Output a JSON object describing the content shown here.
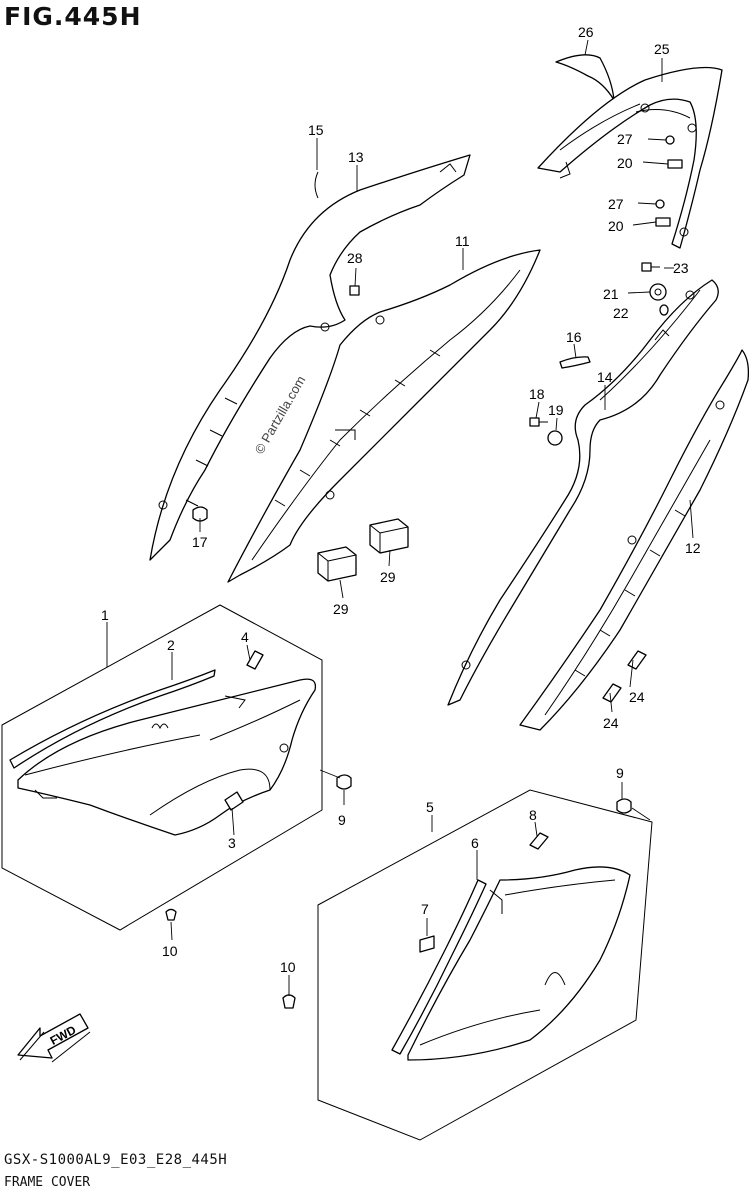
{
  "figure": {
    "title": "FIG.445H",
    "code": "GSX-S1000AL9_E03_E28_445H",
    "name": "FRAME COVER",
    "watermark": "© Partzilla.com",
    "fwd_label": "FWD"
  },
  "callouts": {
    "c1": "1",
    "c2": "2",
    "c3": "3",
    "c4": "4",
    "c5": "5",
    "c6": "6",
    "c7": "7",
    "c8": "8",
    "c9a": "9",
    "c9b": "9",
    "c10a": "10",
    "c10b": "10",
    "c11": "11",
    "c12": "12",
    "c13": "13",
    "c14": "14",
    "c15": "15",
    "c16": "16",
    "c17": "17",
    "c18": "18",
    "c19": "19",
    "c20a": "20",
    "c20b": "20",
    "c21": "21",
    "c22": "22",
    "c23": "23",
    "c24a": "24",
    "c24b": "24",
    "c25": "25",
    "c26": "26",
    "c27a": "27",
    "c27b": "27",
    "c28": "28",
    "c29a": "29",
    "c29b": "29"
  }
}
